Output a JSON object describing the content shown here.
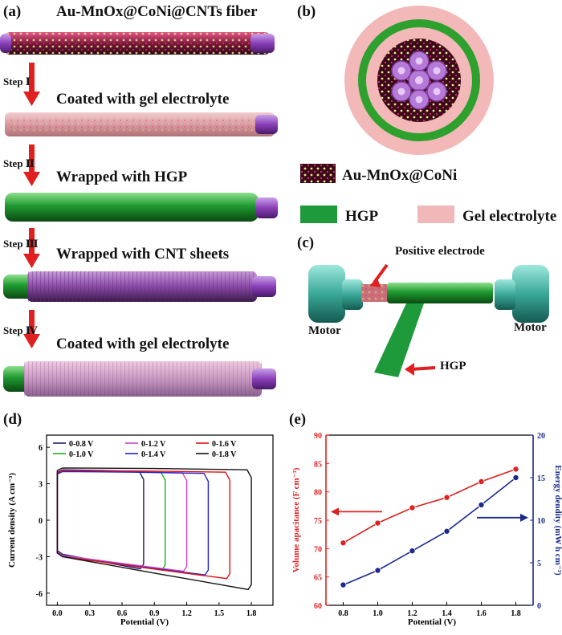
{
  "panel_a": {
    "label": "(a)",
    "title": "Au-MnOx@CoNi@CNTs fiber",
    "steps": [
      {
        "step": "Step Ⅰ",
        "text": "Coated with gel electrolyte"
      },
      {
        "step": "Step Ⅱ",
        "text": "Wrapped with HGP"
      },
      {
        "step": "Step Ⅲ",
        "text": "Wrapped with CNT sheets"
      },
      {
        "step": "Step Ⅳ",
        "text": "Coated with gel electrolyte"
      }
    ]
  },
  "panel_b": {
    "label": "(b)",
    "legend": {
      "aumno": "Au-MnOx@CoNi",
      "hgp": "HGP",
      "gel": "Gel electrolyte"
    }
  },
  "panel_c": {
    "label": "(c)",
    "positive_electrode": "Positive electrode",
    "motor_left": "Motor",
    "motor_right": "Motor",
    "hgp": "HGP"
  },
  "chart_data": [
    {
      "panel": "(d)",
      "type": "line",
      "xlabel": "Potential (V)",
      "ylabel": "Current density (A cm⁻³)",
      "xlim": [
        -0.1,
        2.0
      ],
      "ylim": [
        -7,
        7
      ],
      "xticks": [
        "0.0",
        "0.3",
        "0.6",
        "0.9",
        "1.2",
        "1.5",
        "1.8"
      ],
      "yticks": [
        "6",
        "3",
        "0",
        "-3",
        "-6"
      ],
      "series": [
        {
          "name": "0-0.8 V",
          "vmax": 0.8,
          "color": "#1a1a7a",
          "top": 4.15,
          "bottom_start": -2.8,
          "bottom_end": -4.0
        },
        {
          "name": "0-1.0 V",
          "vmax": 1.0,
          "color": "#22aa22",
          "top": 4.1,
          "bottom_start": -2.9,
          "bottom_end": -4.1
        },
        {
          "name": "0-1.2 V",
          "vmax": 1.2,
          "color": "#cc44cc",
          "top": 4.05,
          "bottom_start": -2.9,
          "bottom_end": -4.2
        },
        {
          "name": "0-1.4 V",
          "vmax": 1.4,
          "color": "#2222cc",
          "top": 4.0,
          "bottom_start": -3.0,
          "bottom_end": -4.5
        },
        {
          "name": "0-1.6 V",
          "vmax": 1.6,
          "color": "#dd1111",
          "top": 4.1,
          "bottom_start": -3.0,
          "bottom_end": -4.8
        },
        {
          "name": "0-1.8 V",
          "vmax": 1.8,
          "color": "#111111",
          "top": 4.3,
          "bottom_start": -3.0,
          "bottom_end": -5.7
        }
      ]
    },
    {
      "panel": "(e)",
      "type": "line",
      "xlabel": "Potential (V)",
      "ylabel_left": "Volume apacitance (F cm⁻³)",
      "ylabel_right": "Energy dendity (mW h cm⁻³)",
      "x": [
        0.8,
        1.0,
        1.2,
        1.4,
        1.6,
        1.8
      ],
      "xlim": [
        0.7,
        1.9
      ],
      "xticks": [
        "0.8",
        "1.0",
        "1.2",
        "1.4",
        "1.6",
        "1.8"
      ],
      "ylim_left": [
        60,
        90
      ],
      "yticks_left": [
        "60",
        "65",
        "70",
        "75",
        "80",
        "85",
        "90"
      ],
      "ylim_right": [
        0,
        20
      ],
      "yticks_right": [
        "0",
        "5",
        "10",
        "15",
        "20"
      ],
      "series": [
        {
          "name": "Volume capacitance",
          "axis": "left",
          "color": "#dd2222",
          "values": [
            71.0,
            74.5,
            77.2,
            79.0,
            81.8,
            84.0
          ]
        },
        {
          "name": "Energy density",
          "axis": "right",
          "color": "#1a2a8a",
          "values": [
            2.4,
            4.1,
            6.4,
            8.7,
            11.8,
            15.0
          ]
        }
      ]
    }
  ]
}
